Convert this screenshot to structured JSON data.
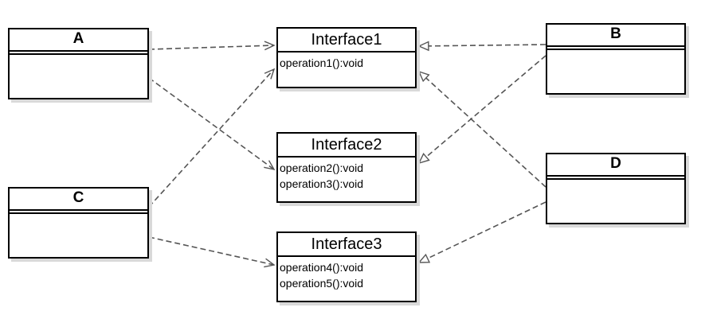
{
  "diagram": {
    "classes": [
      {
        "id": "A",
        "name": "A"
      },
      {
        "id": "B",
        "name": "B"
      },
      {
        "id": "C",
        "name": "C"
      },
      {
        "id": "D",
        "name": "D"
      }
    ],
    "interfaces": [
      {
        "id": "Interface1",
        "name": "Interface1",
        "operations": [
          "operation1():void"
        ]
      },
      {
        "id": "Interface2",
        "name": "Interface2",
        "operations": [
          "operation2():void",
          "operation3():void"
        ]
      },
      {
        "id": "Interface3",
        "name": "Interface3",
        "operations": [
          "operation4():void",
          "operation5():void"
        ]
      }
    ],
    "relations": [
      {
        "from": "A",
        "to": "Interface1",
        "kind": "dependency"
      },
      {
        "from": "A",
        "to": "Interface2",
        "kind": "dependency"
      },
      {
        "from": "C",
        "to": "Interface1",
        "kind": "dependency"
      },
      {
        "from": "C",
        "to": "Interface3",
        "kind": "dependency"
      },
      {
        "from": "B",
        "to": "Interface1",
        "kind": "realization"
      },
      {
        "from": "B",
        "to": "Interface2",
        "kind": "realization"
      },
      {
        "from": "D",
        "to": "Interface1",
        "kind": "realization"
      },
      {
        "from": "D",
        "to": "Interface3",
        "kind": "realization"
      }
    ],
    "colors": {
      "line": "#555555",
      "border": "#000000",
      "shadow": "#d9d9d9"
    }
  }
}
